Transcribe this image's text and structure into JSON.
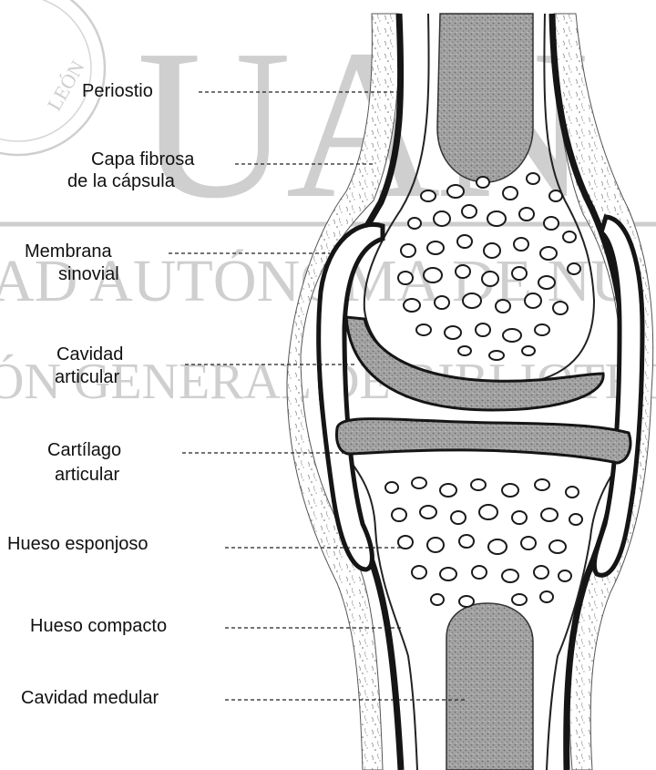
{
  "watermark": {
    "big_letters": "UAN",
    "line1": "AD AUTÓNOMA DE NU",
    "line2": "ÓN GENERAL DE BIBLIOTECA",
    "seal_text": "LEÓN"
  },
  "labels": {
    "periostio": "Periostio",
    "capa_fibrosa_line1": "Capa fibrosa",
    "capa_fibrosa_line2": "de la cápsula",
    "membrana_line1": "Membrana",
    "membrana_line2": "sinovial",
    "cavidad_articular_line1": "Cavidad",
    "cavidad_articular_line2": "articular",
    "cartilago_line1": "Cartílago",
    "cartilago_line2": "articular",
    "hueso_esponjoso": "Hueso esponjoso",
    "hueso_compacto": "Hueso compacto",
    "cavidad_medular": "Cavidad medular"
  },
  "colors": {
    "ink": "#111111",
    "watermark": "#c9c9c9",
    "marrow": "#9a9a9a",
    "cartilage": "#8d8d8d",
    "paper": "#ffffff"
  }
}
